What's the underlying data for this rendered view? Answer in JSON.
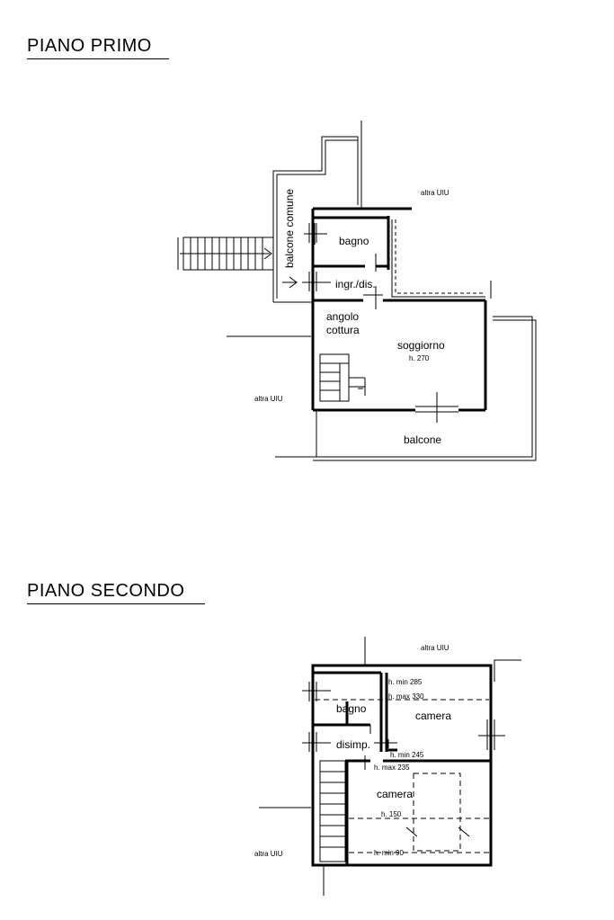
{
  "floor1": {
    "title": "PIANO PRIMO",
    "labels": {
      "balcone_comune": "balcone comune",
      "bagno": "bagno",
      "ingresso": "ingr./dis.",
      "angolo": "angolo",
      "cottura": "cottura",
      "soggiorno": "soggiorno",
      "height": "h. 270",
      "balcone": "balcone",
      "altra_uiu_top": "altra UIU",
      "altra_uiu_left": "altra UIU"
    }
  },
  "floor2": {
    "title": "PIANO SECONDO",
    "labels": {
      "altra_uiu_top": "altra UIU",
      "altra_uiu_left": "altra UIU",
      "bagno": "bagno",
      "camera_1": "camera",
      "disimpegno": "disimp.",
      "camera_2": "camera",
      "h_min_285": "h. min 285",
      "h_max_330": "h. max 330",
      "h_min_245": "h. min 245",
      "h_max_235": "h. max 235",
      "h_150": "h. 150",
      "h_min_90": "h. min 90"
    }
  }
}
